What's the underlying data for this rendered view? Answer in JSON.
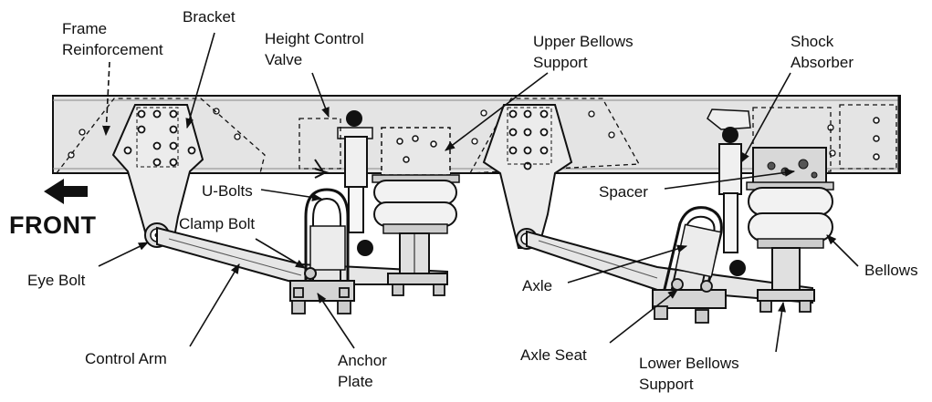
{
  "colors": {
    "ink": "#111111",
    "frame_fill": "#e4e4e4",
    "plate_fill": "#d4d4d4",
    "bellows_fill": "#f2f2f2",
    "paper": "#ffffff"
  },
  "direction": {
    "label": "FRONT",
    "arrow_icon": "left-arrow-icon"
  },
  "labels": {
    "frame_reinforcement_1": "Frame",
    "frame_reinforcement_2": "Reinforcement",
    "bracket": "Bracket",
    "height_control_valve_1": "Height Control",
    "height_control_valve_2": "Valve",
    "upper_bellows_support_1": "Upper Bellows",
    "upper_bellows_support_2": "Support",
    "shock_absorber_1": "Shock",
    "shock_absorber_2": "Absorber",
    "u_bolts": "U-Bolts",
    "clamp_bolt": "Clamp Bolt",
    "spacer": "Spacer",
    "eye_bolt": "Eye Bolt",
    "bellows": "Bellows",
    "axle": "Axle",
    "control_arm": "Control Arm",
    "anchor_plate_1": "Anchor",
    "anchor_plate_2": "Plate",
    "axle_seat": "Axle Seat",
    "lower_bellows_support_1": "Lower Bellows",
    "lower_bellows_support_2": "Support"
  }
}
